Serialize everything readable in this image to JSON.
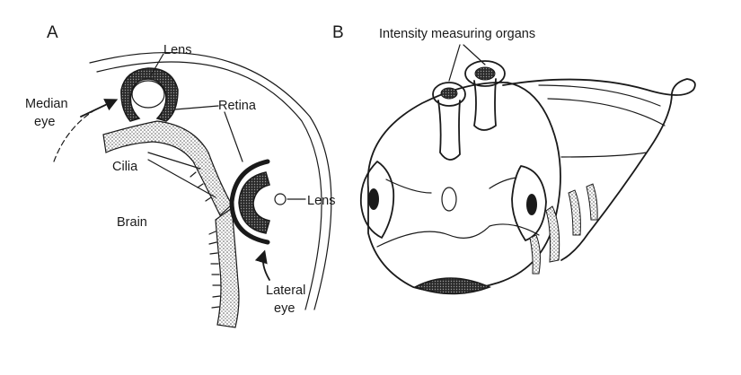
{
  "panels": {
    "a": {
      "letter": "A",
      "labels": {
        "lens_top": "Lens",
        "median_eye_1": "Median",
        "median_eye_2": "eye",
        "retina": "Retina",
        "cilia": "Cilia",
        "lens_side": "Lens",
        "brain": "Brain",
        "lateral_eye_1": "Lateral",
        "lateral_eye_2": "eye"
      }
    },
    "b": {
      "letter": "B",
      "labels": {
        "organs": "Intensity measuring organs"
      }
    }
  },
  "colors": {
    "ink": "#1a1a1a",
    "stipple": "#7a7a7a",
    "background": "#ffffff"
  }
}
